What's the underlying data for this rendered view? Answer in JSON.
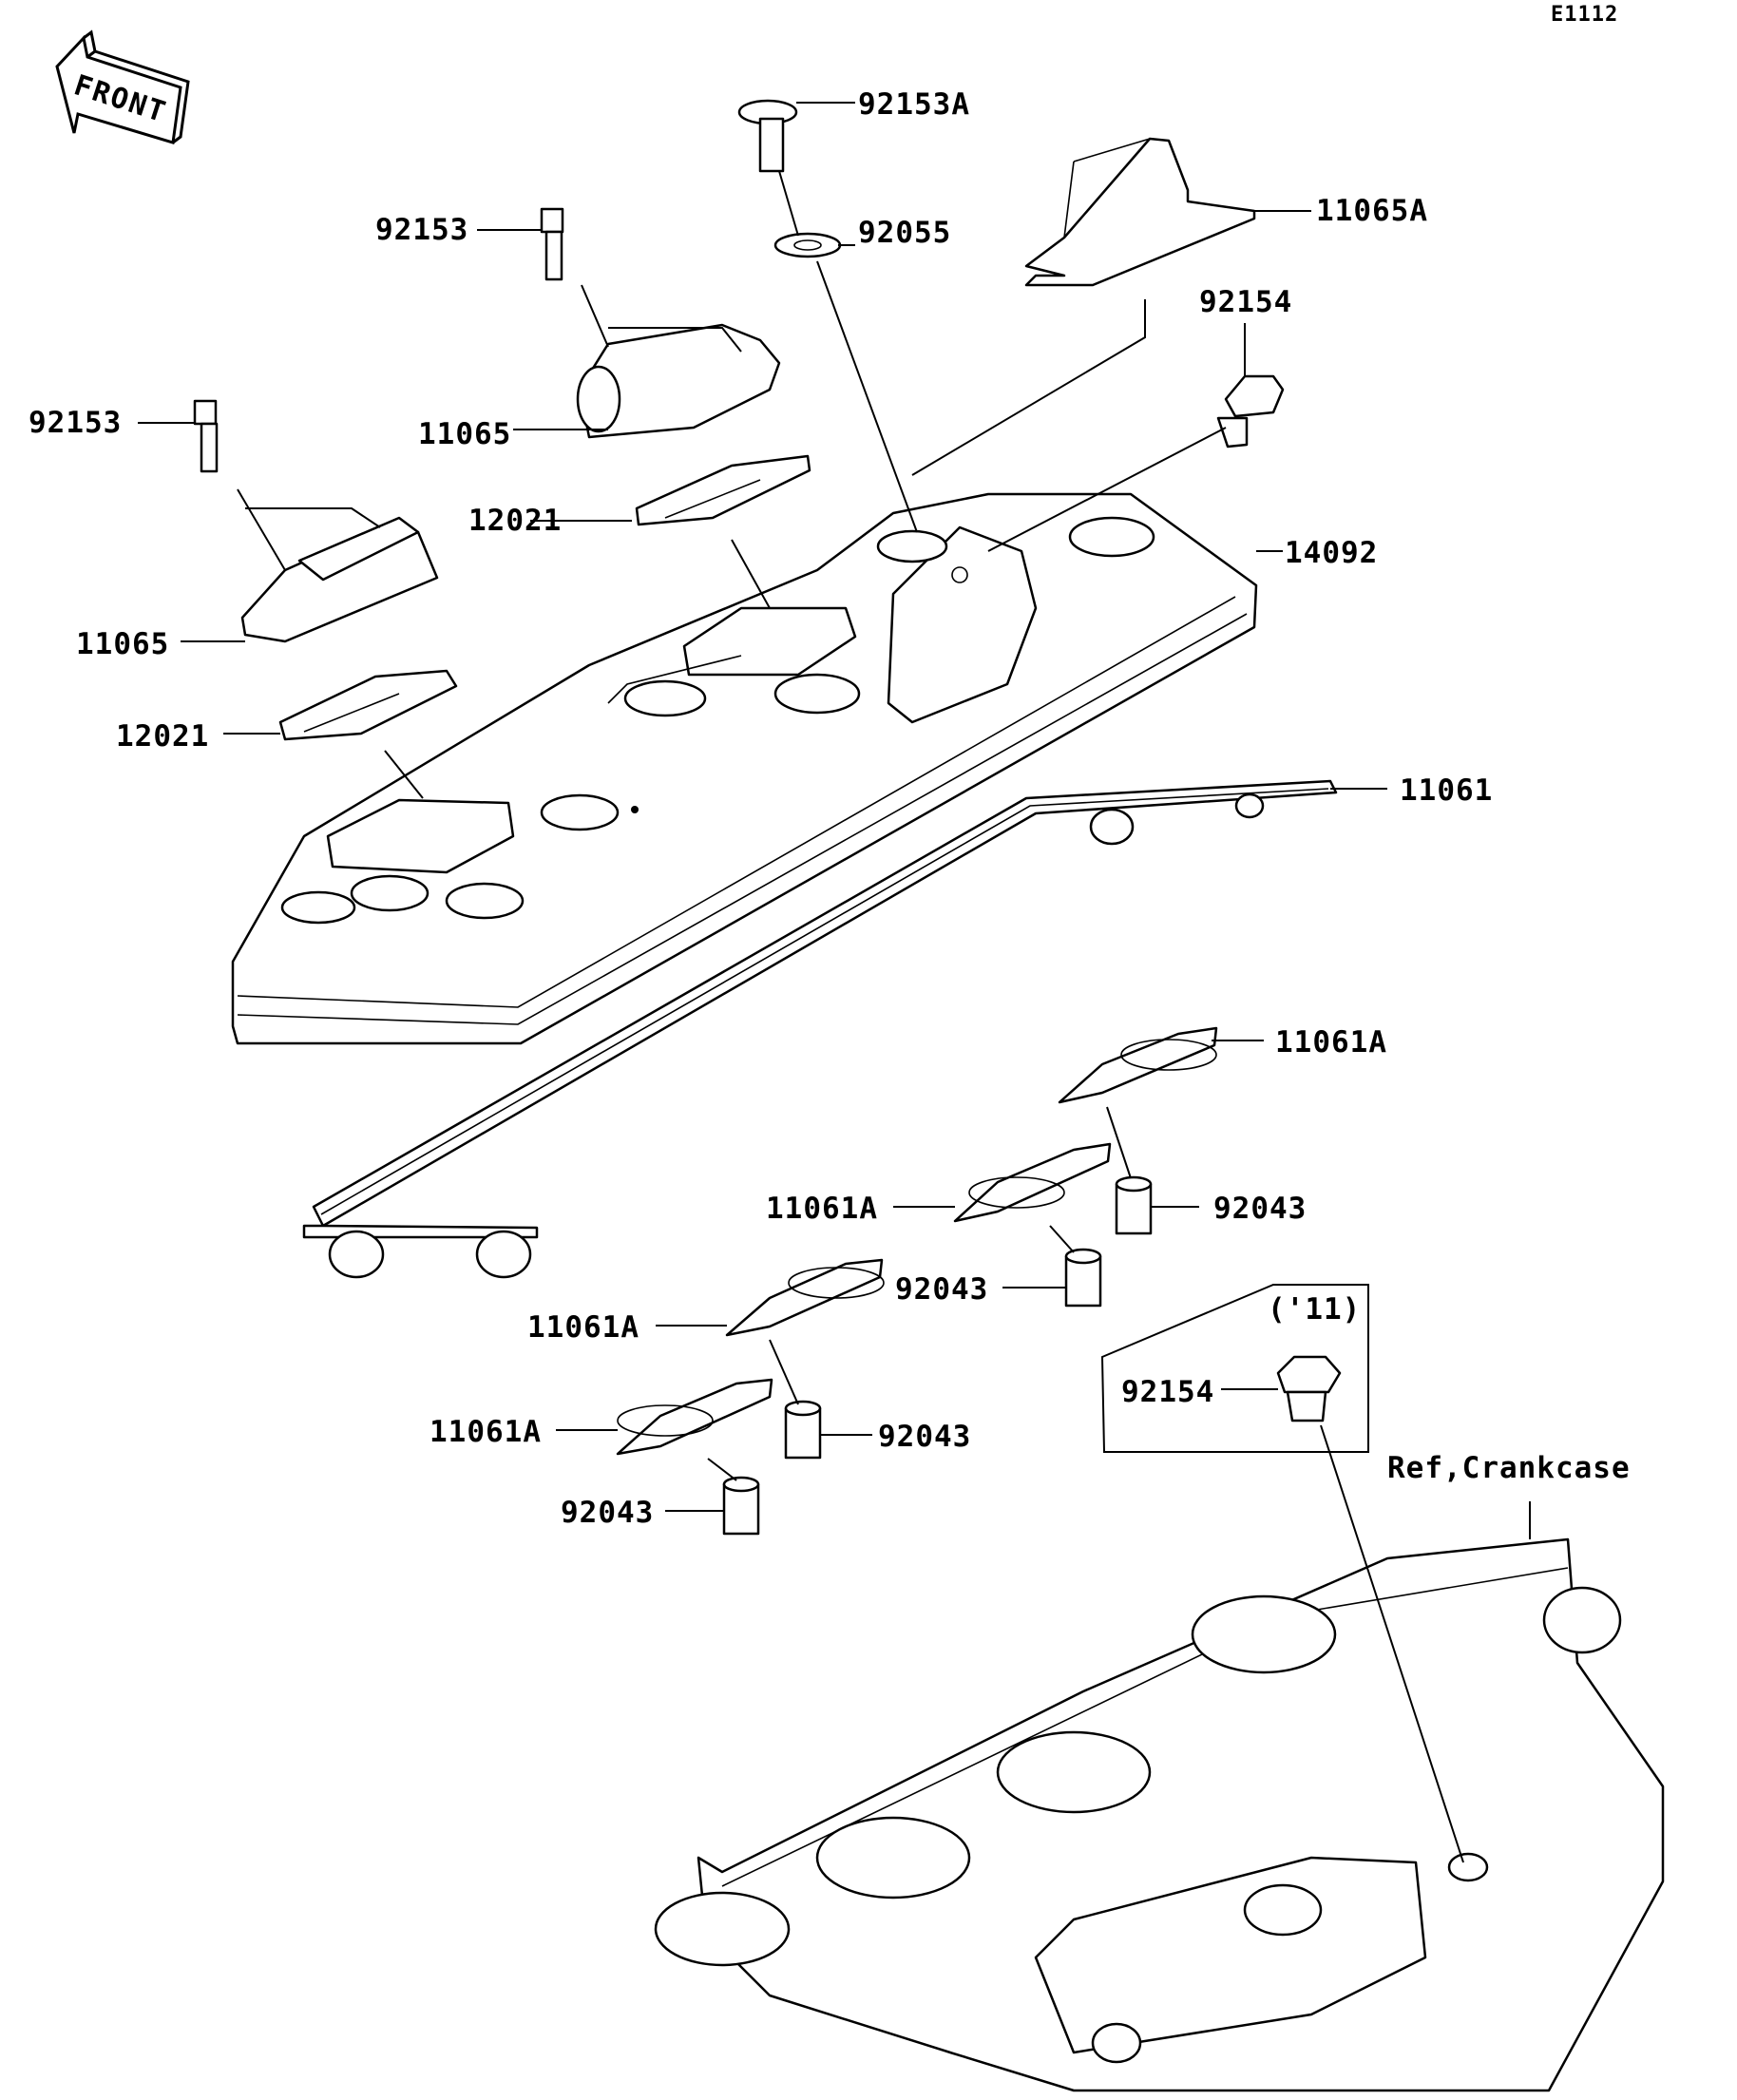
{
  "diagram_code": "E1112",
  "front_marker": "FRONT",
  "year_note": "('11)",
  "reference": "Ref,Crankcase",
  "parts": [
    {
      "id": "p1",
      "number": "92153A"
    },
    {
      "id": "p2",
      "number": "92055"
    },
    {
      "id": "p3",
      "number": "11065A"
    },
    {
      "id": "p4",
      "number": "92154"
    },
    {
      "id": "p5",
      "number": "92153"
    },
    {
      "id": "p6",
      "number": "11065"
    },
    {
      "id": "p7",
      "number": "92153"
    },
    {
      "id": "p8",
      "number": "12021"
    },
    {
      "id": "p9",
      "number": "14092"
    },
    {
      "id": "p10",
      "number": "11065"
    },
    {
      "id": "p11",
      "number": "12021"
    },
    {
      "id": "p12",
      "number": "11061"
    },
    {
      "id": "p13",
      "number": "11061A"
    },
    {
      "id": "p14",
      "number": "11061A"
    },
    {
      "id": "p15",
      "number": "92043"
    },
    {
      "id": "p16",
      "number": "92043"
    },
    {
      "id": "p17",
      "number": "11061A"
    },
    {
      "id": "p18",
      "number": "92154"
    },
    {
      "id": "p19",
      "number": "11061A"
    },
    {
      "id": "p20",
      "number": "92043"
    },
    {
      "id": "p21",
      "number": "92043"
    }
  ]
}
